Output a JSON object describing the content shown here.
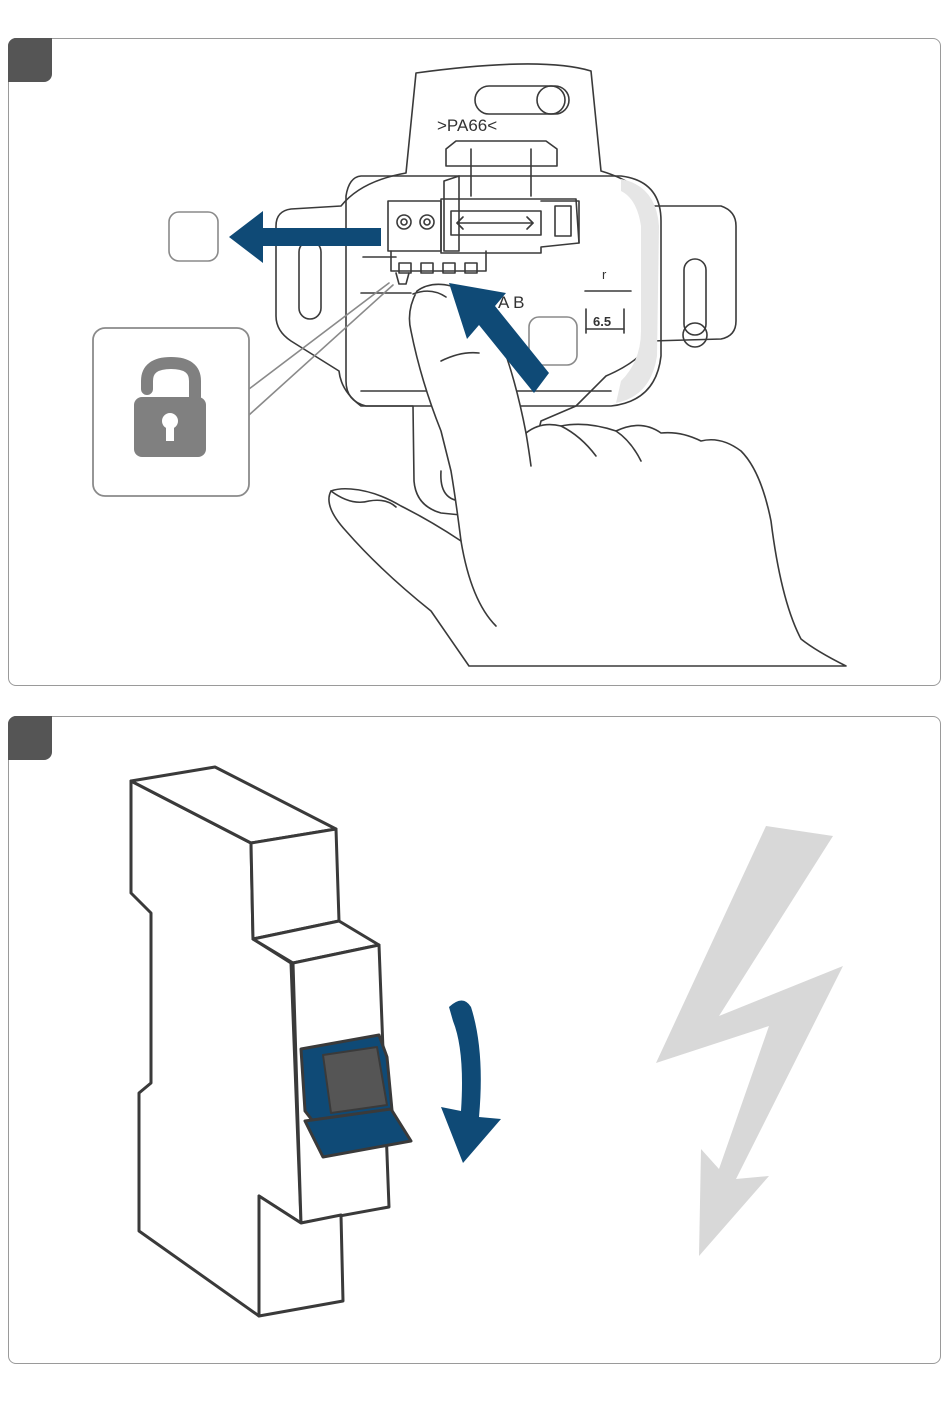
{
  "steps": [
    {
      "device_marking": ">PA66<",
      "terminal_label": "A B",
      "strip_length_letter": "r",
      "strip_length_value": "6.5",
      "icons": [
        "unlock-padlock-icon",
        "arrow-left-icon",
        "press-arrow-icon",
        "hand-icon"
      ]
    },
    {
      "icons": [
        "circuit-breaker-icon",
        "switch-off-arrow-icon",
        "lightning-bolt-icon"
      ]
    }
  ],
  "colors": {
    "accent_blue": "#0f4a76",
    "outline": "#3a3a3a",
    "badge": "#555555",
    "lightning": "#d8d8d8",
    "lock": "#808080",
    "frame": "#9a9a9a"
  }
}
